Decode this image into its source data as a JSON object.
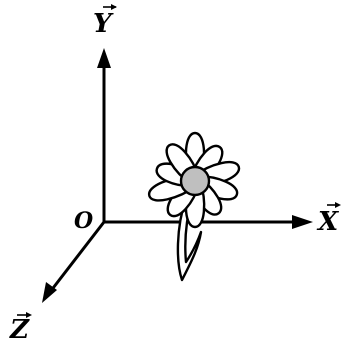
{
  "axes": {
    "x_label": "X",
    "y_label": "Y",
    "z_label": "Z",
    "origin_label": "O"
  },
  "flower": {
    "petal_count": 10,
    "center_color": "#bfbfbf",
    "outline_color": "#000000"
  }
}
